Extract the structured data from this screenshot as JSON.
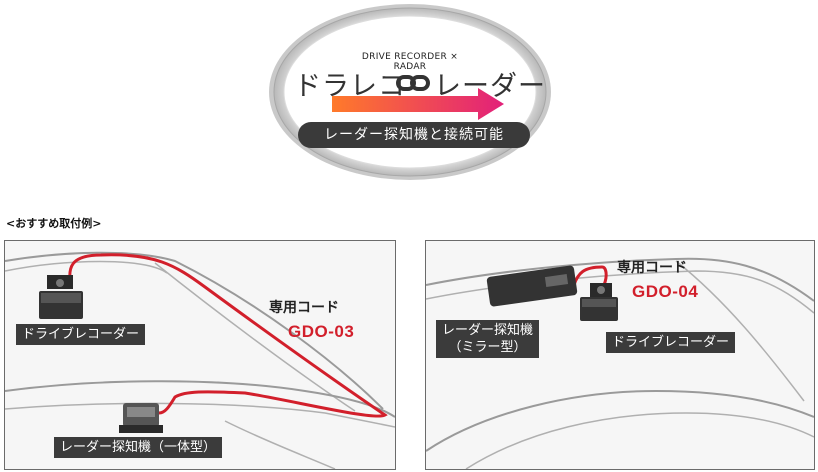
{
  "badge": {
    "subtitle": "DRIVE RECORDER × RADAR",
    "word_left": "ドラレコ",
    "word_right": "レーダー",
    "pill": "レーダー探知機と接続可能",
    "link_icon": "chain-link-icon",
    "arrow_colors": [
      "#ff7a2a",
      "#e2207a"
    ]
  },
  "section_title": "<おすすめ取付例>",
  "panel_left": {
    "dedicated_cord_label": "専用コード",
    "cord_code": "GDO-03",
    "recorder_label": "ドライブレコーダー",
    "radar_label": "レーダー探知機（一体型）"
  },
  "panel_right": {
    "dedicated_cord_label": "専用コード",
    "cord_code": "GDO-04",
    "radar_label_line1": "レーダー探知機",
    "radar_label_line2": "（ミラー型）",
    "recorder_label": "ドライブレコーダー"
  },
  "colors": {
    "cord_red": "#d21f2b",
    "tag_bg": "#3b3b3b",
    "line_gray": "#9a9a9a"
  }
}
